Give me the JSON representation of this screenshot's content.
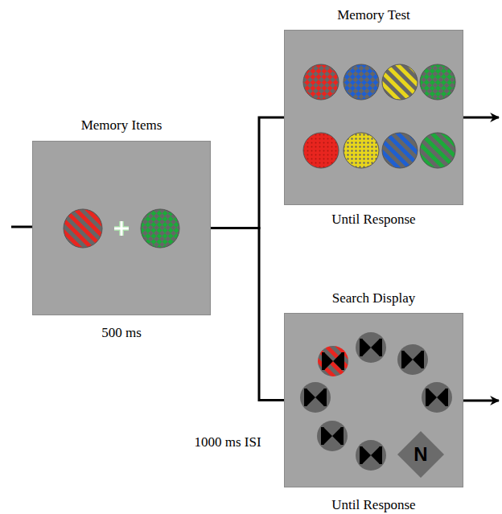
{
  "diagram": {
    "nodes": [
      {
        "text": [
          "Memory Items",
          "500 ms"
        ]
      },
      {
        "text": [
          "Memory Test",
          "Until Response"
        ]
      },
      {
        "text": [
          "Search Display",
          "Until Response"
        ]
      },
      {
        "text": [
          "N"
        ],
        "in": 2
      }
    ],
    "edges": [
      {
        "from": 0,
        "to": 1,
        "arrow": "none"
      },
      {
        "from": 0,
        "to": 2,
        "arrow": "none"
      }
    ],
    "labels": [
      "1000 ms ISI"
    ]
  }
}
